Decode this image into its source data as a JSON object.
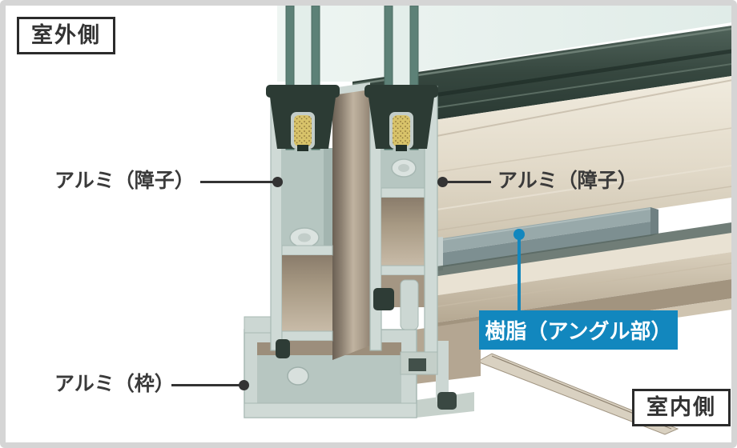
{
  "annotations": {
    "outdoor_side": "室外側",
    "indoor_side": "室内側",
    "aluminum_sash_left": "アルミ（障子）",
    "aluminum_sash_right": "アルミ（障子）",
    "aluminum_frame": "アルミ（枠）",
    "resin_angle": "樹脂（アングル部）"
  },
  "colors": {
    "accent_blue": "#1287be",
    "leader_black": "#333333",
    "label_border": "#2b2b2b",
    "page_border": "#d5d5d5",
    "glass": "#e6f0ec",
    "glass_edge": "#5d8177",
    "gasket_dark_green": "#2e3c36",
    "aluminum_cut_face": "#ccd7d3",
    "aluminum_surface": "#e2dac9",
    "aluminum_interior": "#a3957f",
    "resin_gray": "#8ea0a1",
    "spacer_yellow": "#d8c36a"
  }
}
